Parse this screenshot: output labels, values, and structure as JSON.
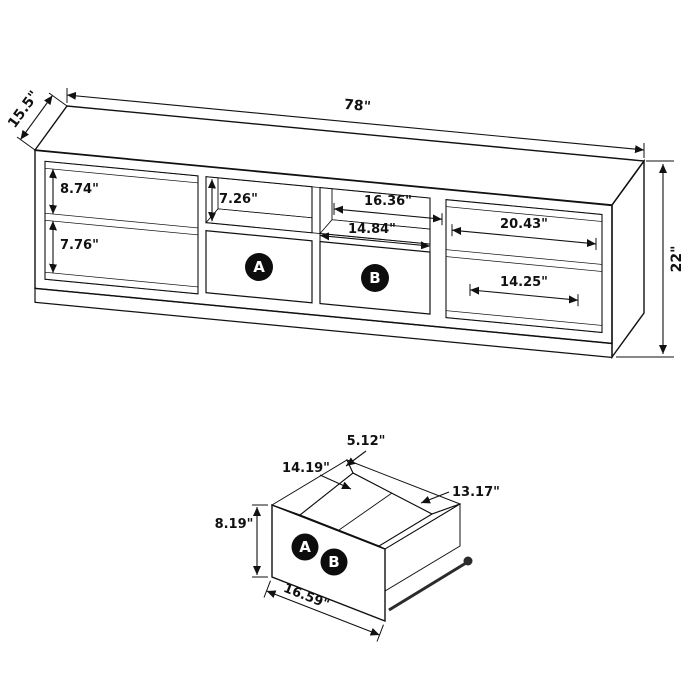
{
  "diagram": {
    "background": "#ffffff",
    "line_color": "#111111",
    "drawer_front_color": "#959595",
    "label_circle_color": "#0d0d0d"
  },
  "console": {
    "width": "78\"",
    "depth": "15.5\"",
    "height": "22\"",
    "left_cabinet": {
      "upper_opening_height": "8.74\"",
      "lower_opening_height": "7.76\""
    },
    "center": {
      "opening_height": "7.26\"",
      "interior_width": "16.36\"",
      "opening_width": "14.84\""
    },
    "right_cabinet": {
      "shelf_width": "20.43\"",
      "lower_opening_width": "14.25\""
    },
    "drawer_a": "A",
    "drawer_b": "B"
  },
  "drawer": {
    "back_panel": "5.12\"",
    "interior_width": "14.19\"",
    "side_depth": "13.17\"",
    "front_height": "8.19\"",
    "front_width": "16.59\"",
    "label_a": "A",
    "label_b": "B"
  }
}
